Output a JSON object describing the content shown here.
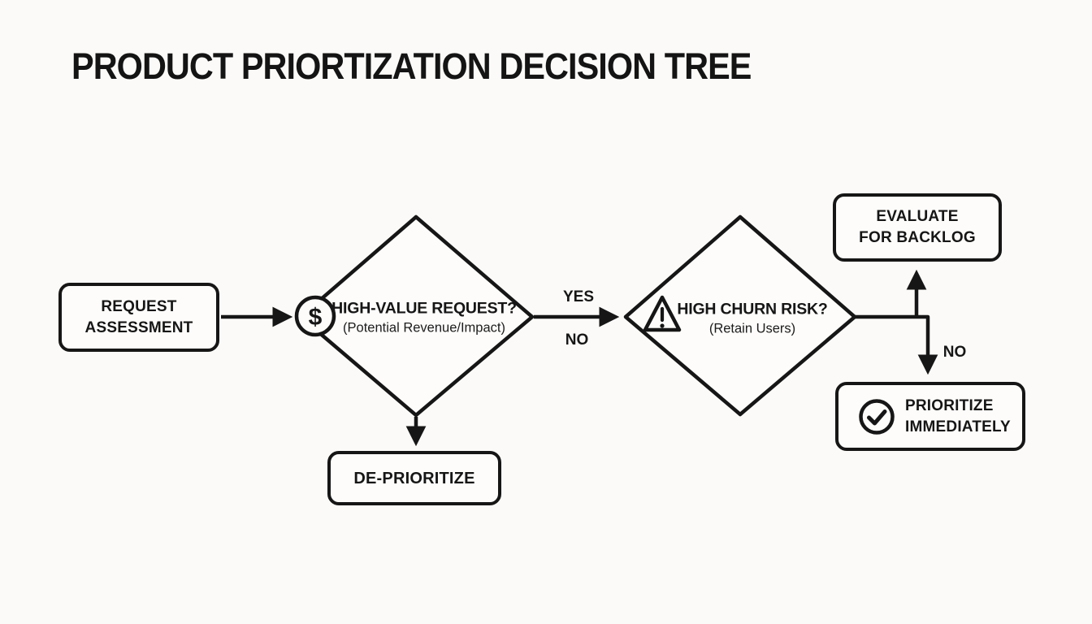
{
  "title": "PRODUCT PRIORTIZATION DECISION TREE",
  "colors": {
    "ink": "#161616",
    "background": "#fbfaf8",
    "node_fill": "#fdfcfa"
  },
  "nodes": {
    "request_assessment": {
      "line1": "REQUEST",
      "line2": "ASSESSMENT"
    },
    "high_value_request": {
      "question": "HIGH-VALUE REQUEST?",
      "subtext": "(Potential Revenue/Impact)",
      "icon": "dollar-icon",
      "icon_glyph": "$"
    },
    "de_prioritize": {
      "label": "DE-PRIORITIZE"
    },
    "high_churn_risk": {
      "question": "HIGH CHURN RISK?",
      "subtext": "(Retain Users)",
      "icon": "warning-icon"
    },
    "evaluate_for_backlog": {
      "line1": "EVALUATE",
      "line2": "FOR BACKLOG"
    },
    "prioritize_immediately": {
      "line1": "PRIORITIZE",
      "line2": "IMMEDIATELY",
      "icon": "check-icon"
    }
  },
  "edge_labels": {
    "first_branch_yes": "YES",
    "first_branch_no": "NO",
    "second_branch_no": "NO"
  }
}
